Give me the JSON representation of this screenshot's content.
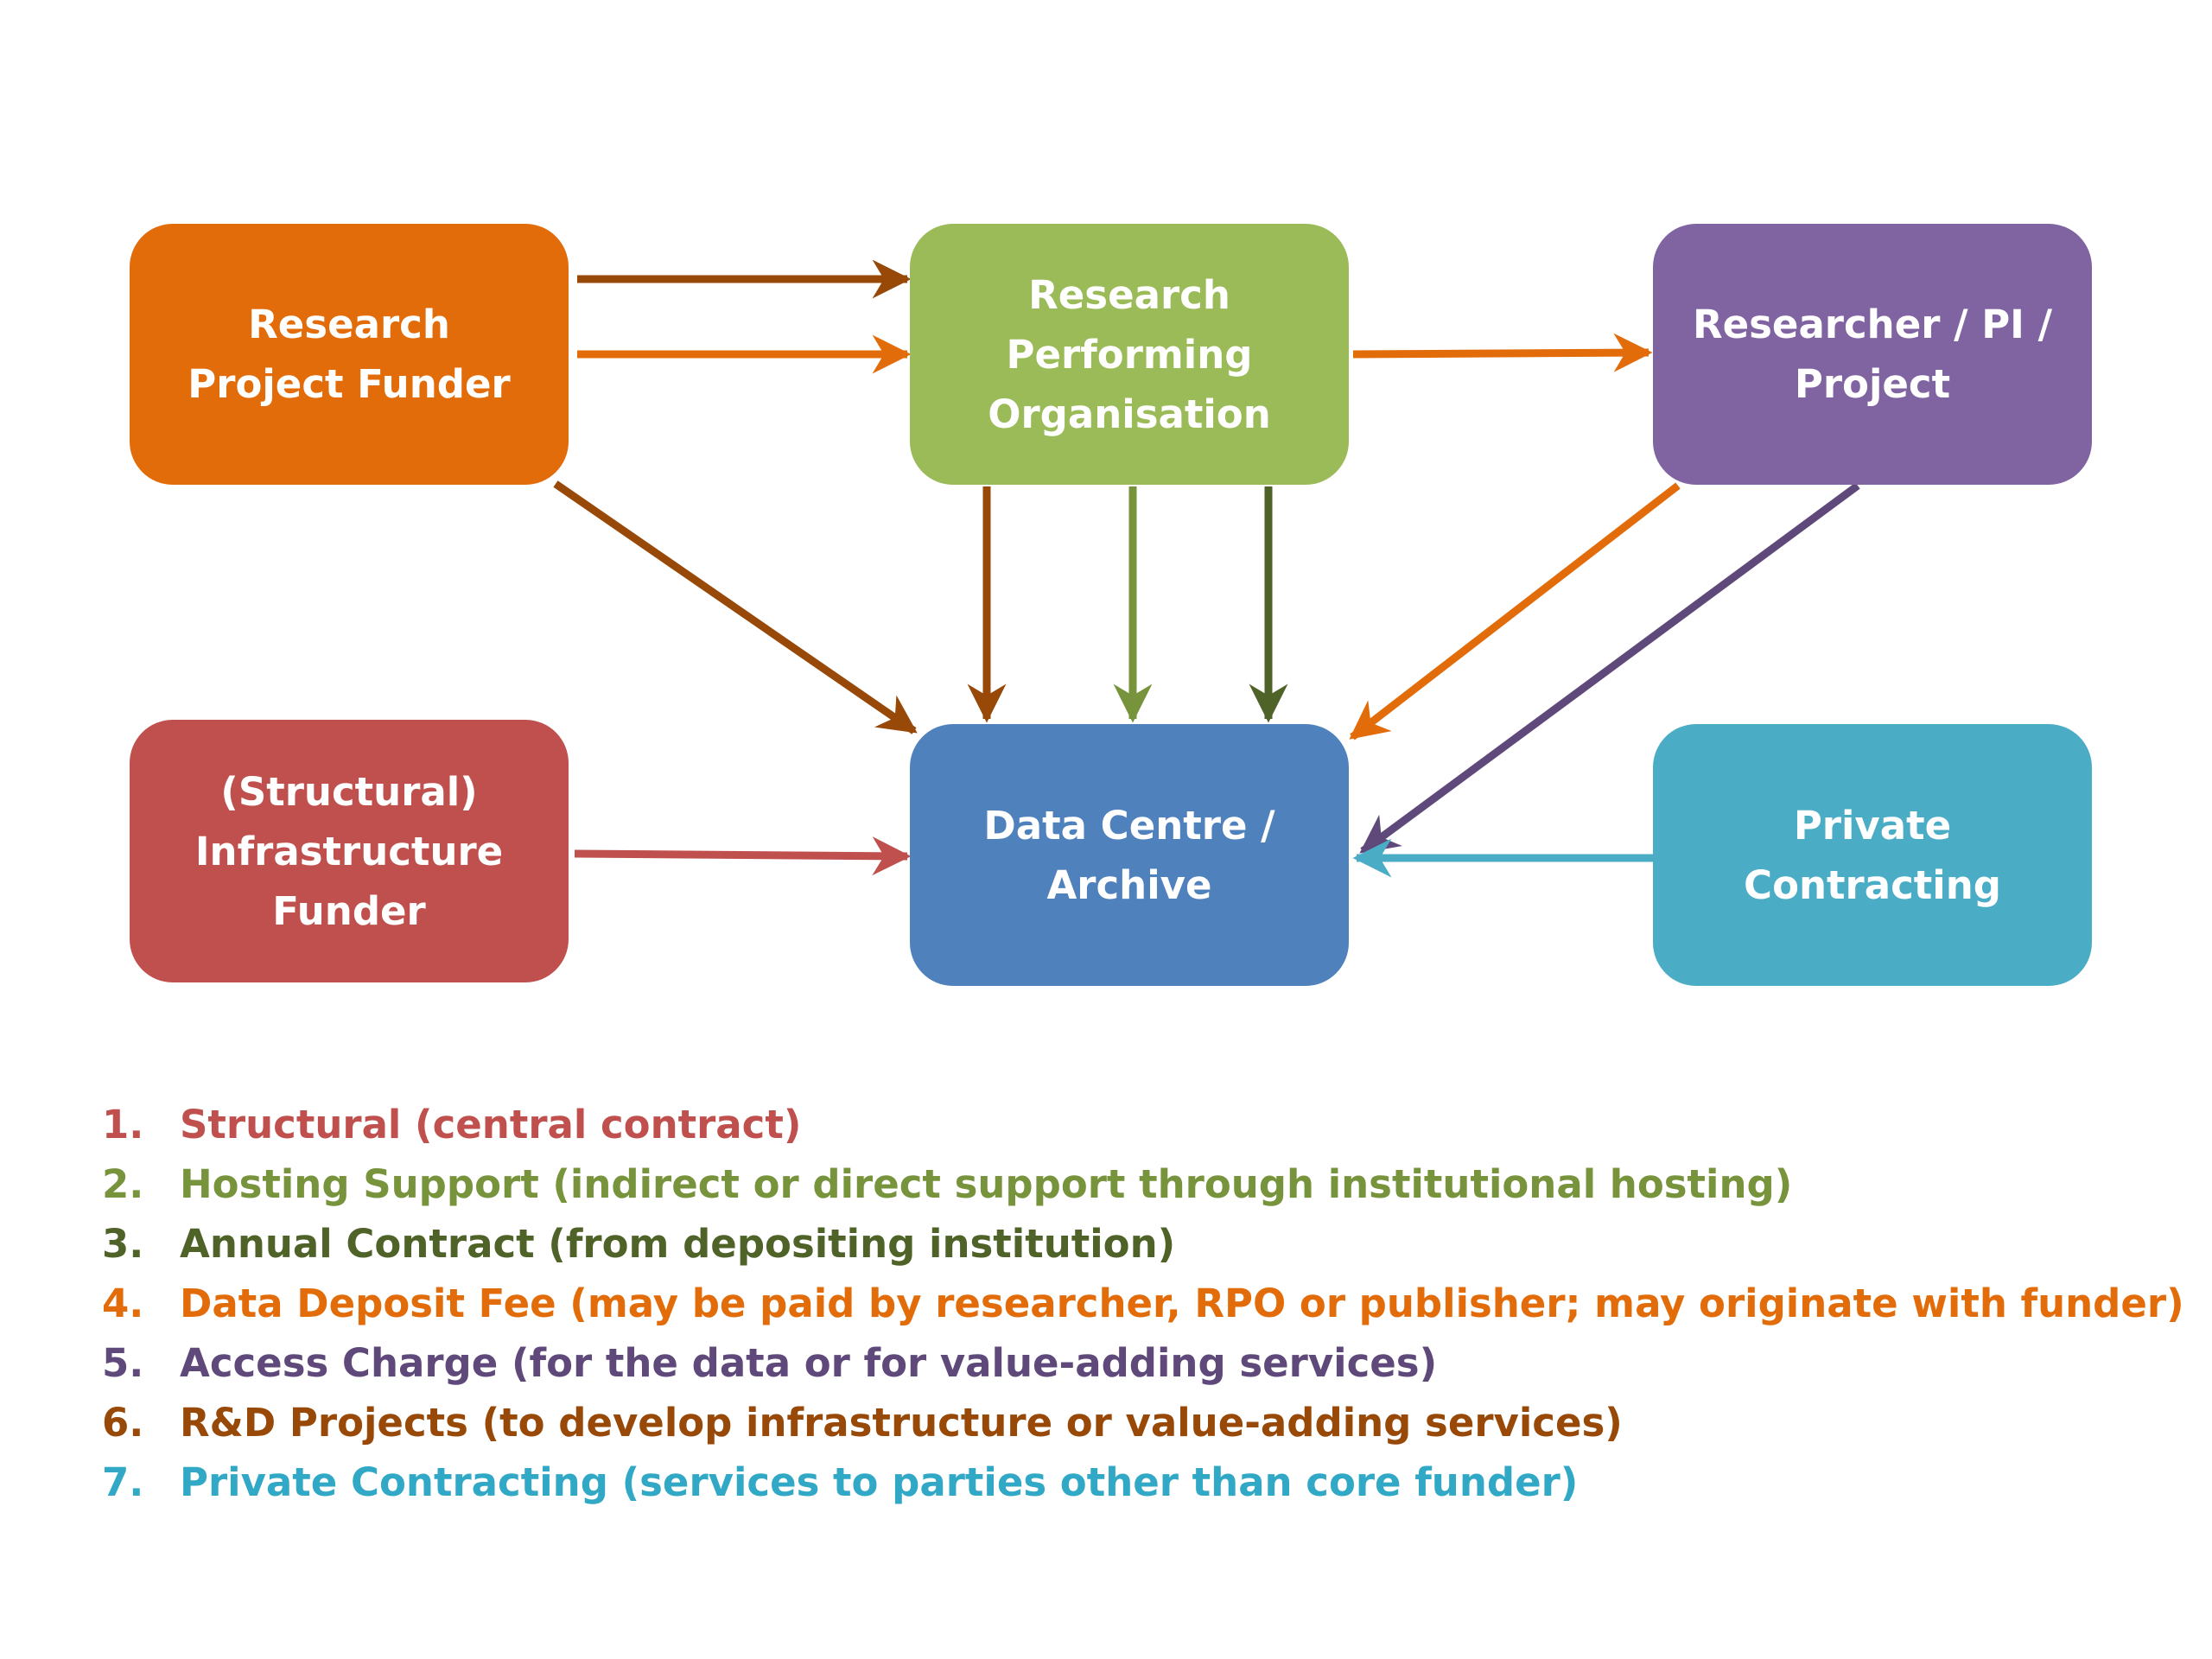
{
  "nodes": {
    "research_project_funder": "Research Project Funder",
    "research_performing_org": "Research Performing Organisation",
    "researcher_pi_project": "Researcher / PI / Project",
    "structural_infra_funder": "(Structural) Infrastructure Funder",
    "data_centre_archive": "Data Centre / Archive",
    "private_contracting": "Private Contracting"
  },
  "legend": [
    {
      "number": "1.",
      "text": "Structural (central contract)",
      "color": "#c0504d"
    },
    {
      "number": "2.",
      "text": "Hosting Support (indirect or direct support through institutional hosting)",
      "color": "#77933c"
    },
    {
      "number": "3.",
      "text": "Annual Contract (from depositing institution)",
      "color": "#4f6228"
    },
    {
      "number": "4.",
      "text": "Data Deposit Fee (may be paid by researcher, RPO or publisher; may originate with funder)",
      "color": "#e36c0a"
    },
    {
      "number": "5.",
      "text": "Access Charge (for the data or for value-adding services)",
      "color": "#5f497a"
    },
    {
      "number": "6.",
      "text": "R&D Projects (to develop infrastructure or value-adding services)",
      "color": "#984807"
    },
    {
      "number": "7.",
      "text": "Private Contracting (services to parties other than core funder)",
      "color": "#31a8c5"
    }
  ],
  "colors": {
    "rpf_box": "#e36c0a",
    "rpo_box": "#9bbb59",
    "pi_box": "#8064a2",
    "sif_box": "#c0504d",
    "dc_box": "#4f81bd",
    "pc_box": "#4bacc6",
    "rd_arrow": "#984807",
    "deposit_arrow": "#e36c0a",
    "hosting_arrow": "#77933c",
    "annual_arrow": "#4f6228",
    "access_arrow": "#5f497a",
    "structural_arrow": "#c0504d",
    "private_arrow": "#4bacc6"
  }
}
